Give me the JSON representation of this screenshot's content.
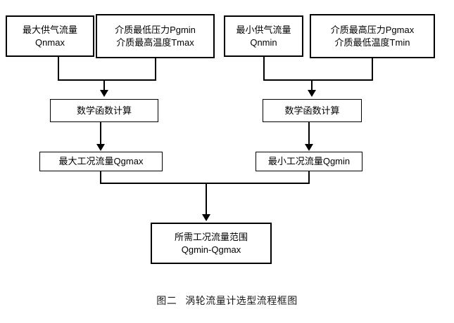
{
  "diagram": {
    "title": "涡轮流量计选型流程框图",
    "caption_label": "图二",
    "caption_text": "涡轮流量计选型流程框图",
    "colors": {
      "background": "#ffffff",
      "stroke": "#000000",
      "text": "#000000"
    },
    "nodes": [
      {
        "id": "qnmax",
        "line1": "最大供气流量",
        "line2": "Qnmax"
      },
      {
        "id": "pgmin-tmax",
        "line1": "介质最低压力Pgmin",
        "line2": "介质最高温度Tmax"
      },
      {
        "id": "qnmin",
        "line1": "最小供气流量",
        "line2": "Qnmin"
      },
      {
        "id": "pgmax-tmin",
        "line1": "介质最高压力Pgmax",
        "line2": "介质最低温度Tmin"
      },
      {
        "id": "calc-left",
        "line1": "数学函数计算",
        "line2": ""
      },
      {
        "id": "calc-right",
        "line1": "数学函数计算",
        "line2": ""
      },
      {
        "id": "qgmax",
        "line1": "最大工况流量Qgmax",
        "line2": ""
      },
      {
        "id": "qgmin",
        "line1": "最小工况流量Qgmin",
        "line2": ""
      },
      {
        "id": "range",
        "line1": "所需工况流量范围",
        "line2": "Qgmin-Qgmax"
      }
    ],
    "edges": [
      {
        "from": "qnmax",
        "to": "calc-left",
        "type": "merge"
      },
      {
        "from": "pgmin-tmax",
        "to": "calc-left",
        "type": "merge"
      },
      {
        "from": "qnmin",
        "to": "calc-right",
        "type": "merge"
      },
      {
        "from": "pgmax-tmin",
        "to": "calc-right",
        "type": "merge"
      },
      {
        "from": "calc-left",
        "to": "qgmax",
        "type": "direct"
      },
      {
        "from": "calc-right",
        "to": "qgmin",
        "type": "direct"
      },
      {
        "from": "qgmax",
        "to": "range",
        "type": "merge"
      },
      {
        "from": "qgmin",
        "to": "range",
        "type": "merge"
      }
    ]
  }
}
